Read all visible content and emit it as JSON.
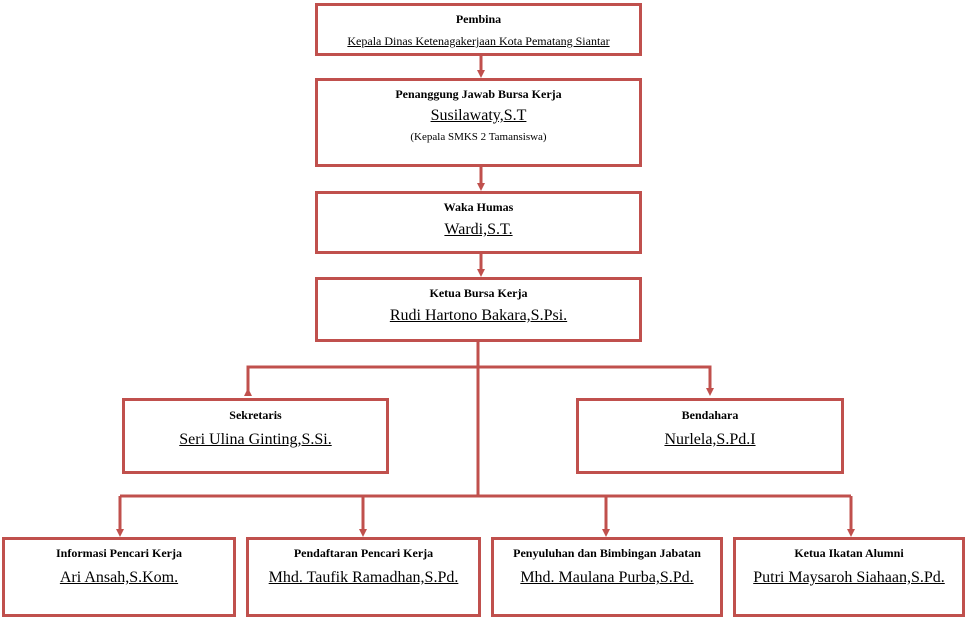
{
  "colors": {
    "border": "#c0504d",
    "connector": "#c0504d",
    "text": "#000000"
  },
  "nodes": {
    "pembina": {
      "role": "Pembina",
      "name": "Kepala Dinas Ketenagakerjaan Kota Pematang Siantar"
    },
    "penanggung": {
      "role": "Penanggung Jawab Bursa Kerja",
      "name": "Susilawaty,S.T",
      "note": "(Kepala SMKS 2 Tamansiswa)"
    },
    "waka": {
      "role": "Waka Humas",
      "name": "Wardi,S.T."
    },
    "ketua": {
      "role": "Ketua Bursa Kerja",
      "name": "Rudi Hartono Bakara,S.Psi."
    },
    "sekretaris": {
      "role": "Sekretaris",
      "name": "Seri Ulina Ginting,S.Si."
    },
    "bendahara": {
      "role": "Bendahara",
      "name": "Nurlela,S.Pd.I"
    },
    "informasi": {
      "role": "Informasi Pencari Kerja",
      "name": "Ari Ansah,S.Kom."
    },
    "pendaftaran": {
      "role": "Pendaftaran Pencari Kerja",
      "name": "Mhd. Taufik Ramadhan,S.Pd."
    },
    "penyuluhan": {
      "role": "Penyuluhan dan Bimbingan Jabatan",
      "name": "Mhd. Maulana Purba,S.Pd."
    },
    "alumni": {
      "role": "Ketua Ikatan Alumni",
      "name": "Putri Maysaroh Siahaan,S.Pd."
    }
  }
}
